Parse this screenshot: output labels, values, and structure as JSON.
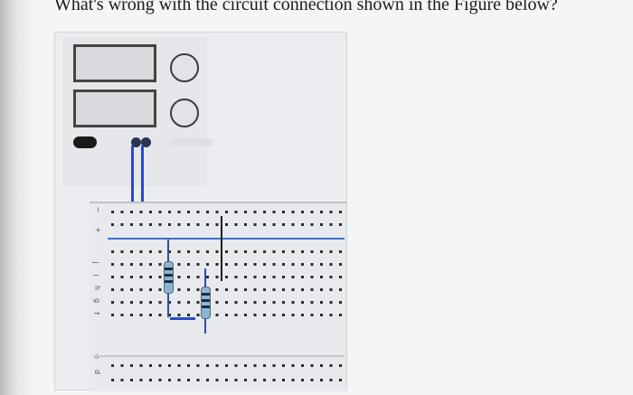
{
  "question": {
    "text": "What's wrong with the circuit connection shown in the Figure below?"
  },
  "breadboard": {
    "row_labels": [
      "j",
      "i",
      "h",
      "g",
      "f",
      "e",
      "d"
    ],
    "rail_symbols": [
      "−",
      "+"
    ]
  },
  "colors": {
    "wire": "#2a49c9",
    "rail_line": "#3f6fd6",
    "resistor_body": "#8fb4d0",
    "display_border": "#444444"
  }
}
